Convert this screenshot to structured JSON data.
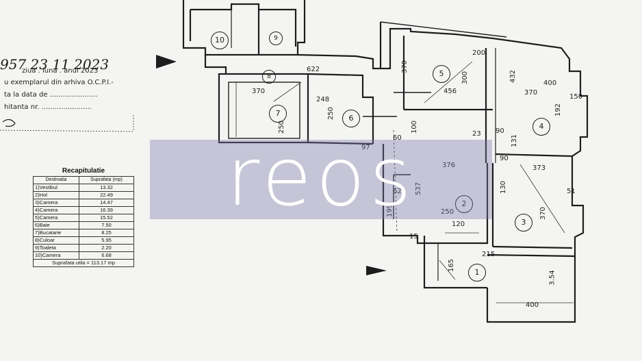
{
  "document": {
    "stamp_number": "957 23 11 2023",
    "stamp_lines": [
      "ziua . luna . anul 2023",
      "u exemplarul din arhiva O.C.P.I.-",
      "ta la data de ......................",
      "hitanta nr. ......................."
    ]
  },
  "recap": {
    "title": "Recapitulatie",
    "col_destination": "Destinatia",
    "col_area": "Suprafata (mp)",
    "rows": [
      {
        "name": "1)Vestibul",
        "area": "13.32"
      },
      {
        "name": "2)Hol",
        "area": "22.49"
      },
      {
        "name": "3)Camera",
        "area": "14.47"
      },
      {
        "name": "4)Camera",
        "area": "16.39"
      },
      {
        "name": "5)Camera",
        "area": "15.52"
      },
      {
        "name": "6)Baie",
        "area": "7.50"
      },
      {
        "name": "7)Bucatarie",
        "area": "8.25"
      },
      {
        "name": "8)Culoar",
        "area": "5.95"
      },
      {
        "name": "9)Toaleta",
        "area": "2.20"
      },
      {
        "name": "10)Camera",
        "area": "6.68"
      }
    ],
    "total": "Suprafata utila = 113.17 mp"
  },
  "rooms": [
    "1",
    "2",
    "3",
    "4",
    "5",
    "6",
    "7",
    "8",
    "9",
    "10"
  ],
  "dimensions": {
    "d370a": "370",
    "d456": "456",
    "d300": "300",
    "d200": "200",
    "d622": "622",
    "d370b": "370",
    "d248": "248",
    "d250a": "250",
    "d250b": "250",
    "d400a": "400",
    "d370c": "370",
    "d432": "432",
    "d192": "192",
    "d376": "376",
    "d537": "537",
    "d373": "373",
    "d130": "130",
    "d370d": "370",
    "d250c": "250",
    "d215": "215",
    "d354": "3.54",
    "d400b": "400",
    "d150": "150",
    "d120": "120",
    "d165": "165",
    "d90a": "90",
    "d90b": "90",
    "d23": "23",
    "d97": "97",
    "d131": "131",
    "d60": "60",
    "d100": "100",
    "d62": "62",
    "d199": "199",
    "d15": "15",
    "d51": "51"
  },
  "watermark": {
    "text": "reos"
  }
}
